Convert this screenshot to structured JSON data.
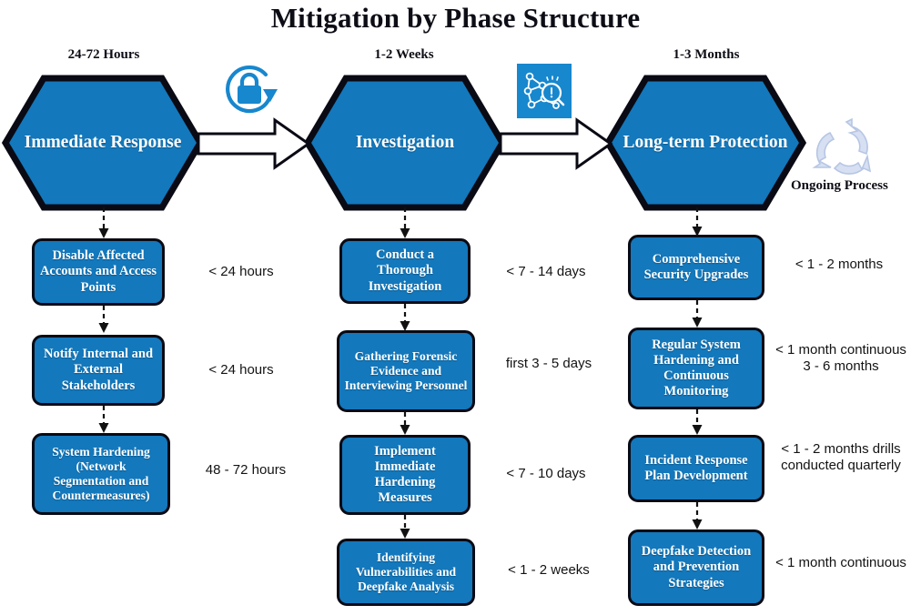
{
  "title": "Mitigation by Phase Structure",
  "colors": {
    "primary_blue": "#1378BC",
    "icon_blue": "#1787CE",
    "outline": "#0a0a14",
    "cycle_arrow": "#c9d6ef",
    "text_on_blue": "#ffffff",
    "text_dark": "#0d0d16"
  },
  "ongoing": {
    "label": "Ongoing Process",
    "icon": "cycle-arrows-icon"
  },
  "icons": {
    "lock_refresh": "lock-refresh-icon",
    "network_analysis": "network-analysis-icon"
  },
  "phases": [
    {
      "id": "immediate-response",
      "timeframe": "24-72 Hours",
      "name": "Immediate Response",
      "steps": [
        {
          "label": "Disable Affected Accounts and Access Points",
          "duration": "< 24 hours"
        },
        {
          "label": "Notify Internal and External Stakeholders",
          "duration": "< 24 hours"
        },
        {
          "label": "System Hardening (Network Segmentation and Countermeasures)",
          "duration": "48 - 72 hours"
        }
      ]
    },
    {
      "id": "investigation",
      "timeframe": "1-2 Weeks",
      "name": "Investigation",
      "steps": [
        {
          "label": "Conduct a Thorough Investigation",
          "duration": "< 7 - 14 days"
        },
        {
          "label": "Gathering Forensic Evidence and Interviewing Personnel",
          "duration": "first 3 - 5 days"
        },
        {
          "label": "Implement Immediate Hardening Measures",
          "duration": "< 7 - 10 days"
        },
        {
          "label": "Identifying Vulnerabilities and Deepfake Analysis",
          "duration": "< 1 - 2 weeks"
        }
      ]
    },
    {
      "id": "long-term-protection",
      "timeframe": "1-3 Months",
      "name": "Long-term Protection",
      "steps": [
        {
          "label": "Comprehensive Security Upgrades",
          "duration": "< 1 - 2 months"
        },
        {
          "label": "Regular System Hardening and Continuous Monitoring",
          "duration": "< 1 month continuous 3 - 6 months"
        },
        {
          "label": "Incident Response Plan Development",
          "duration": "< 1 - 2 months drills conducted quarterly"
        },
        {
          "label": "Deepfake Detection and Prevention Strategies",
          "duration": "< 1 month continuous"
        }
      ]
    }
  ]
}
